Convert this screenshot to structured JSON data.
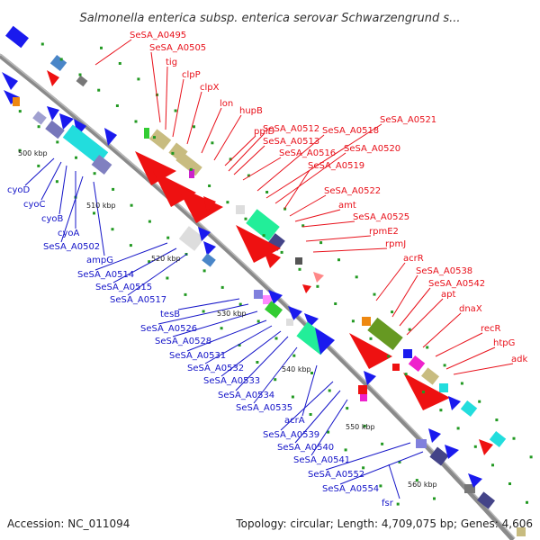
{
  "title": "Salmonella enterica subsp. enterica serovar Schwarzengrund s...",
  "footer": {
    "accession": "Accession: NC_011094",
    "summary": "Topology: circular; Length: 4,709,075 bp; Genes: 4,606"
  },
  "ticks": [
    "500 kbp",
    "510 kbp",
    "520 kbp",
    "530 kbp",
    "540 kbp",
    "550 kbp",
    "560 kbp"
  ],
  "labels_forward": [
    "SeSA_A0495",
    "SeSA_A0505",
    "tig",
    "clpP",
    "clpX",
    "lon",
    "hupB",
    "ppiD",
    "SeSA_A0512",
    "SeSA_A0513",
    "SeSA_A0516",
    "SeSA_A0518",
    "SeSA_A0521",
    "SeSA_A0520",
    "SeSA_A0519",
    "SeSA_A0522",
    "amt",
    "SeSA_A0525",
    "rpmE2",
    "rpmJ",
    "acrR",
    "SeSA_A0538",
    "SeSA_A0542",
    "apt",
    "dnaX",
    "recR",
    "htpG",
    "adk"
  ],
  "labels_reverse": [
    "cyoD",
    "cyoC",
    "cyoB",
    "cyoA",
    "SeSA_A0502",
    "ampG",
    "SeSA_A0514",
    "SeSA_A0515",
    "SeSA_A0517",
    "tesB",
    "SeSA_A0526",
    "SeSA_A0528",
    "SeSA_A0531",
    "SeSA_A0532",
    "SeSA_A0533",
    "SeSA_A0534",
    "SeSA_A0535",
    "acrA",
    "SeSA_A0539",
    "SeSA_A0540",
    "SeSA_A0541",
    "SeSA_A0552",
    "SeSA_A0554",
    "fsr"
  ],
  "colors": {
    "backbone": "#8a8a8a",
    "forward_label": "#e8101a",
    "reverse_label": "#1414c8",
    "forward_gene": "#ee1111",
    "reverse_gene": "#1a1aee",
    "gc_dots": "#229922"
  }
}
